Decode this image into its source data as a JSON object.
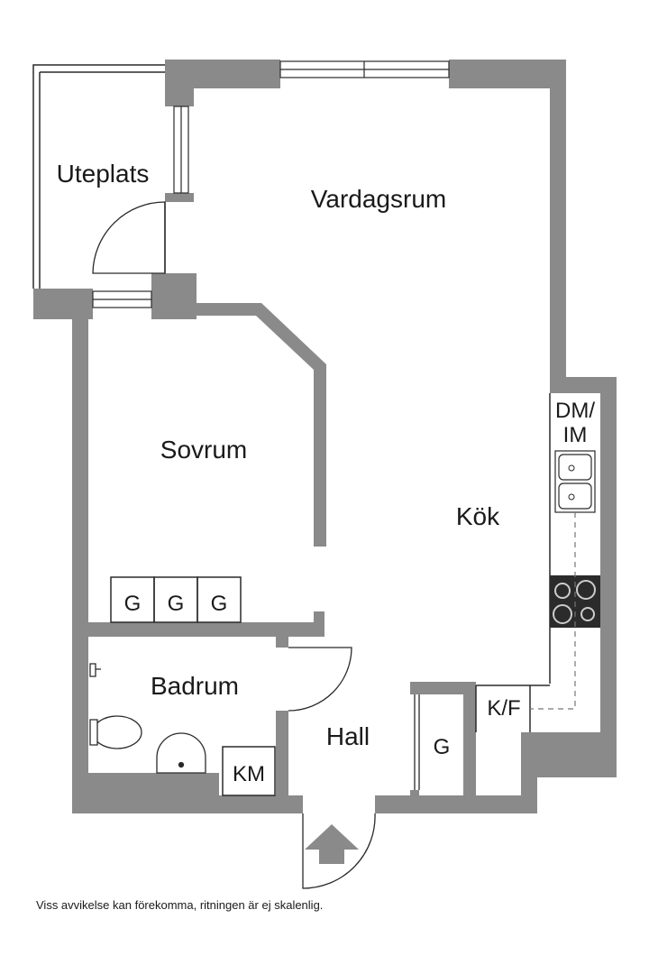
{
  "rooms": {
    "uteplats": "Uteplats",
    "vardagsrum": "Vardagsrum",
    "sovrum": "Sovrum",
    "kok": "Kök",
    "badrum": "Badrum",
    "hall": "Hall"
  },
  "fixtures": {
    "wardrobe_1": "G",
    "wardrobe_2": "G",
    "wardrobe_3": "G",
    "hall_wardrobe": "G",
    "dishwasher_line1": "DM/",
    "dishwasher_line2": "IM",
    "fridge_freezer": "K/F",
    "washing_machine": "KM"
  },
  "disclaimer": "Viss avvikelse kan förekomma, ritningen är ej skalenlig.",
  "colors": {
    "wall": "#8a8a8a",
    "line": "#2a2a2a",
    "stove": "#2b2b2b"
  }
}
